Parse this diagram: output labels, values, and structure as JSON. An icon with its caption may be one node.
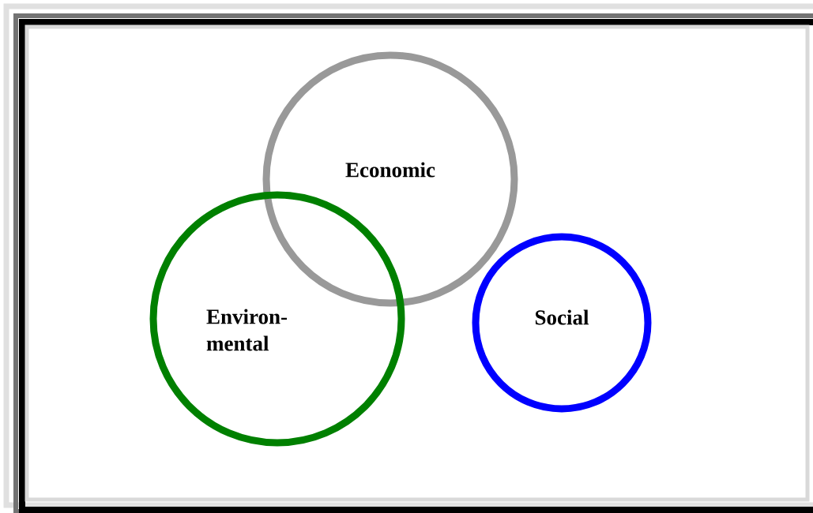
{
  "diagram": {
    "nodes": [
      {
        "text": [
          "Economic"
        ]
      },
      {
        "text": [
          "Environ- mental"
        ]
      },
      {
        "text": [
          "Social"
        ]
      }
    ]
  }
}
